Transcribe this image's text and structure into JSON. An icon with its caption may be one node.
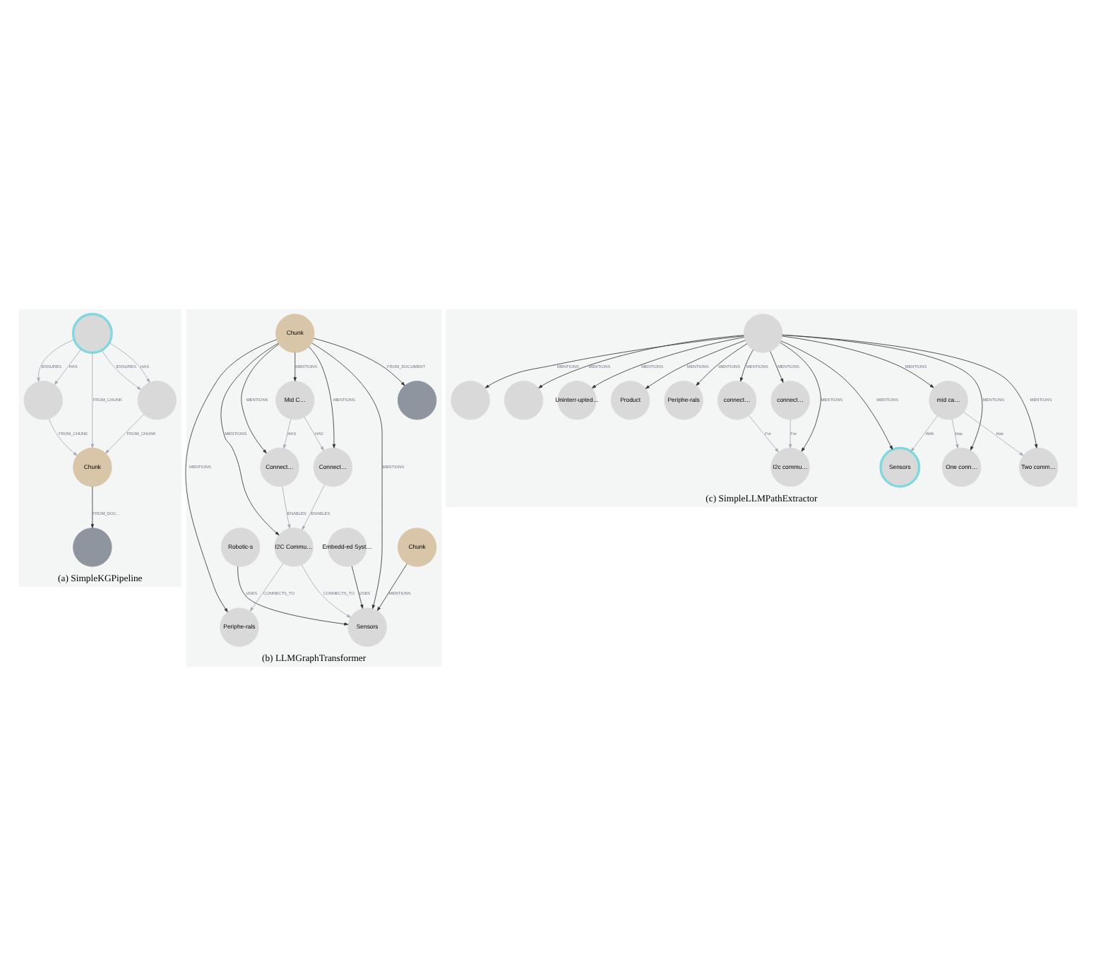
{
  "diagram": {
    "nodes": [
      {
        "text": [
          "(a) SimpleKGPipeline"
        ]
      },
      {
        "text": [],
        "shape": "circle",
        "in": 0
      },
      {
        "text": [],
        "shape": "circle",
        "in": 0
      },
      {
        "text": [
          "Chunk"
        ],
        "in": 0
      },
      {
        "text": [],
        "shape": "circle",
        "in": 0
      },
      {
        "text": [],
        "shape": "circle",
        "in": 0
      },
      {
        "text": [
          "(b) LLMGraphTransformer"
        ]
      },
      {
        "text": [
          "Embedd-ed Syst…"
        ],
        "in": 6
      },
      {
        "text": [
          "Sensors"
        ],
        "in": 6
      },
      {
        "text": [
          "Robotic-s"
        ],
        "in": 6
      },
      {
        "text": [
          "Chunk"
        ],
        "in": 6
      },
      {
        "text": [
          "I2C Commu…"
        ],
        "in": 6
      },
      {
        "text": [
          "Periphe-rals"
        ],
        "in": 6
      },
      {
        "text": [
          "Connect…"
        ],
        "in": 6
      },
      {
        "text": [
          "Connect…"
        ],
        "in": 6
      },
      {
        "text": [
          "Chunk"
        ],
        "in": 6
      },
      {
        "text": [
          "Mid C…"
        ],
        "in": 6
      },
      {
        "text": [],
        "shape": "circle",
        "in": 6
      },
      {
        "text": [
          "(c) SimpleLLMPathExtractor"
        ]
      },
      {
        "text": [],
        "shape": "circle",
        "in": 18
      },
      {
        "text": [],
        "shape": "circle",
        "in": 18
      },
      {
        "text": [
          "Uninterr-upted…"
        ],
        "in": 18
      },
      {
        "text": [],
        "shape": "circle",
        "in": 18
      },
      {
        "text": [
          "Product"
        ],
        "in": 18
      },
      {
        "text": [
          "Periphe-rals"
        ],
        "in": 18
      },
      {
        "text": [
          "Sensors"
        ],
        "in": 18
      },
      {
        "text": [
          "One conn…"
        ],
        "in": 18
      },
      {
        "text": [
          "I2c commu…"
        ],
        "in": 18
      },
      {
        "text": [
          "connect…"
        ],
        "in": 18
      },
      {
        "text": [
          "connect…"
        ],
        "in": 18
      },
      {
        "text": [
          "Two comm…"
        ],
        "in": 18
      },
      {
        "text": [
          "mid ca…"
        ],
        "in": 18
      }
    ],
    "edges": [
      {
        "from": 3,
        "to": 1,
        "arrow": "to",
        "label": "FROM_DOC…"
      },
      {
        "from": 2,
        "to": 3,
        "arrow": "to",
        "label": "FROM_CHUNK",
        "color": "#a5a9b6"
      },
      {
        "from": 4,
        "to": 3,
        "arrow": "to",
        "label": "FROM_CHUNK",
        "color": "#a5a9b6"
      },
      {
        "from": 5,
        "to": 3,
        "arrow": "to",
        "label": "FROM_CHUNK",
        "color": "#a5a9b6"
      },
      {
        "from": 4,
        "to": 2,
        "arrow": "to",
        "label": "ENSURES",
        "color": "#a5a9b6"
      },
      {
        "from": 4,
        "to": 2,
        "arrow": "to",
        "label": "HAS",
        "color": "#a5a9b6"
      },
      {
        "from": 4,
        "to": 5,
        "arrow": "to",
        "label": "ENSURES",
        "color": "#a5a9b6"
      },
      {
        "from": 4,
        "to": 5,
        "arrow": "to",
        "label": "HAS",
        "color": "#a5a9b6"
      },
      {
        "from": 7,
        "to": 8,
        "arrow": "to",
        "label": "USES"
      },
      {
        "from": 9,
        "to": 8,
        "arrow": "to",
        "label": "USES"
      },
      {
        "from": 10,
        "to": 8,
        "arrow": "to",
        "label": "MENTIONS"
      },
      {
        "from": 11,
        "to": 8,
        "arrow": "to",
        "label": "CONNECTS_TO",
        "color": "#a5a9b6"
      },
      {
        "from": 11,
        "to": 12,
        "arrow": "to",
        "label": "CONNECTS_TO",
        "color": "#a5a9b6"
      },
      {
        "from": 13,
        "to": 11,
        "arrow": "to",
        "label": "ENABLES",
        "color": "#a5a9b6"
      },
      {
        "from": 14,
        "to": 11,
        "arrow": "to",
        "label": "ENABLES",
        "color": "#a5a9b6"
      },
      {
        "from": 15,
        "to": 8,
        "arrow": "to",
        "label": "MENTIONS"
      },
      {
        "from": 15,
        "to": 12,
        "arrow": "to",
        "label": "MENTIONS"
      },
      {
        "from": 15,
        "to": 11,
        "arrow": "to",
        "label": "MENTIONS"
      },
      {
        "from": 15,
        "to": 13,
        "arrow": "to",
        "label": "MENTIONS"
      },
      {
        "from": 15,
        "to": 14,
        "arrow": "to",
        "label": "MENTIONS"
      },
      {
        "from": 15,
        "to": 16,
        "arrow": "to",
        "label": "MENTIONS"
      },
      {
        "from": 15,
        "to": 17,
        "arrow": "to",
        "label": "FROM_DOCUMENT"
      },
      {
        "from": 16,
        "to": 13,
        "arrow": "to",
        "label": "HAS",
        "color": "#a5a9b6"
      },
      {
        "from": 16,
        "to": 14,
        "arrow": "to",
        "label": "HAS",
        "color": "#a5a9b6"
      },
      {
        "from": 22,
        "to": 19,
        "arrow": "to",
        "label": "MENTIONS"
      },
      {
        "from": 22,
        "to": 20,
        "arrow": "to",
        "label": "MENTIONS"
      },
      {
        "from": 22,
        "to": 21,
        "arrow": "to",
        "label": "MENTIONS"
      },
      {
        "from": 22,
        "to": 23,
        "arrow": "to",
        "label": "MENTIONS"
      },
      {
        "from": 22,
        "to": 24,
        "arrow": "to",
        "label": "MENTIONS"
      },
      {
        "from": 22,
        "to": 25,
        "arrow": "to",
        "label": "MENTIONS"
      },
      {
        "from": 22,
        "to": 26,
        "arrow": "to",
        "label": "MENTIONS"
      },
      {
        "from": 22,
        "to": 27,
        "arrow": "to",
        "label": "MENTIONS"
      },
      {
        "from": 22,
        "to": 28,
        "arrow": "to",
        "label": "MENTIONS"
      },
      {
        "from": 22,
        "to": 29,
        "arrow": "to",
        "label": "MENTIONS"
      },
      {
        "from": 22,
        "to": 30,
        "arrow": "to",
        "label": "MENTIONS"
      },
      {
        "from": 22,
        "to": 31,
        "arrow": "to",
        "label": "MENTIONS"
      },
      {
        "from": 29,
        "to": 27,
        "arrow": "to",
        "label": "For",
        "color": "#a5a9b6"
      },
      {
        "from": 28,
        "to": 27,
        "arrow": "to",
        "label": "For",
        "color": "#a5a9b6"
      },
      {
        "from": 31,
        "to": 30,
        "arrow": "to",
        "label": "Has",
        "color": "#a5a9b6"
      },
      {
        "from": 31,
        "to": 25,
        "arrow": "to",
        "label": "With",
        "color": "#a5a9b6"
      },
      {
        "from": 31,
        "to": 26,
        "arrow": "to",
        "label": "Has",
        "color": "#a5a9b6"
      }
    ]
  }
}
